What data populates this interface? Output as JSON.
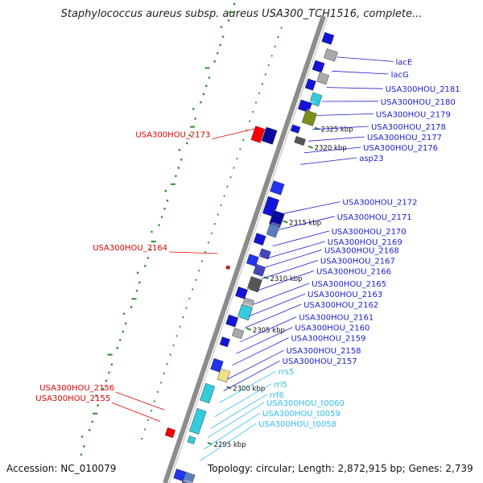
{
  "title": "Staphylococcus aureus subsp. aureus USA300_TCH1516, complete...",
  "accession": "Accession: NC_010079",
  "topology": "Topology: circular; Length: 2,872,915 bp; Genes: 2,739",
  "colors": {
    "backbone": "#8c8c8c",
    "tick": "#2f8f2f",
    "forward_label": "#1c1ccc",
    "reverse_label": "#e00000",
    "rna_label": "#33bbee"
  },
  "kbp_marks": [
    {
      "label": "2325 kbp",
      "pos": 0.22
    },
    {
      "label": "2320 kbp",
      "pos": 0.26
    },
    {
      "label": "2315 kbp",
      "pos": 0.42
    },
    {
      "label": "2310 kbp",
      "pos": 0.54
    },
    {
      "label": "2305 kbp",
      "pos": 0.65
    },
    {
      "label": "2300 kbp",
      "pos": 0.775
    },
    {
      "label": "2295 kbp",
      "pos": 0.895
    }
  ],
  "genes_right": [
    {
      "label": "lacE",
      "pos": 0.07,
      "color": "#1c1ccc"
    },
    {
      "label": "lacG",
      "pos": 0.1,
      "color": "#1c1ccc"
    },
    {
      "label": "USA300HOU_2181",
      "pos": 0.135,
      "color": "#1c1ccc"
    },
    {
      "label": "USA300HOU_2180",
      "pos": 0.165,
      "color": "#1c1ccc"
    },
    {
      "label": "USA300HOU_2179",
      "pos": 0.195,
      "color": "#1c1ccc"
    },
    {
      "label": "USA300HOU_2178",
      "pos": 0.225,
      "color": "#1c1ccc"
    },
    {
      "label": "USA300HOU_2177",
      "pos": 0.25,
      "color": "#1c1ccc"
    },
    {
      "label": "USA300HOU_2176",
      "pos": 0.275,
      "color": "#1c1ccc"
    },
    {
      "label": "asp23",
      "pos": 0.3,
      "color": "#1c1ccc"
    },
    {
      "label": "USA300HOU_2172",
      "pos": 0.405,
      "color": "#1c1ccc"
    },
    {
      "label": "USA300HOU_2171",
      "pos": 0.44,
      "color": "#1c1ccc"
    },
    {
      "label": "USA300HOU_2170",
      "pos": 0.475,
      "color": "#1c1ccc"
    },
    {
      "label": "USA300HOU_2169",
      "pos": 0.5,
      "color": "#1c1ccc"
    },
    {
      "label": "USA300HOU_2168",
      "pos": 0.52,
      "color": "#1c1ccc"
    },
    {
      "label": "USA300HOU_2167",
      "pos": 0.545,
      "color": "#1c1ccc"
    },
    {
      "label": "USA300HOU_2166",
      "pos": 0.57,
      "color": "#1c1ccc"
    },
    {
      "label": "USA300HOU_2165",
      "pos": 0.6,
      "color": "#1c1ccc"
    },
    {
      "label": "USA300HOU_2163",
      "pos": 0.625,
      "color": "#1c1ccc"
    },
    {
      "label": "USA300HOU_2162",
      "pos": 0.65,
      "color": "#1c1ccc"
    },
    {
      "label": "USA300HOU_2161",
      "pos": 0.68,
      "color": "#1c1ccc"
    },
    {
      "label": "USA300HOU_2160",
      "pos": 0.705,
      "color": "#1c1ccc"
    },
    {
      "label": "USA300HOU_2159",
      "pos": 0.73,
      "color": "#1c1ccc"
    },
    {
      "label": "USA300HOU_2158",
      "pos": 0.76,
      "color": "#1c1ccc"
    },
    {
      "label": "USA300HOU_2157",
      "pos": 0.785,
      "color": "#1c1ccc"
    },
    {
      "label": "rrs5",
      "pos": 0.81,
      "color": "#33bbee"
    },
    {
      "label": "rrl5",
      "pos": 0.84,
      "color": "#33bbee"
    },
    {
      "label": "rrf6",
      "pos": 0.865,
      "color": "#33bbee"
    },
    {
      "label": "USA300HOU_t0060",
      "pos": 0.885,
      "color": "#33bbee"
    },
    {
      "label": "USA300HOU_t0059",
      "pos": 0.91,
      "color": "#33bbee"
    },
    {
      "label": "USA300HOU_t0058",
      "pos": 0.935,
      "color": "#33bbee"
    }
  ],
  "genes_left": [
    {
      "label": "USA300HOU_2173",
      "pos": 0.255,
      "color": "#e00000"
    },
    {
      "label": "USA300HOU_2164",
      "pos": 0.525,
      "color": "#e00000"
    },
    {
      "label": "USA300HOU_2156",
      "pos": 0.86,
      "color": "#e00000"
    },
    {
      "label": "USA300HOU_2155",
      "pos": 0.885,
      "color": "#e00000"
    }
  ]
}
